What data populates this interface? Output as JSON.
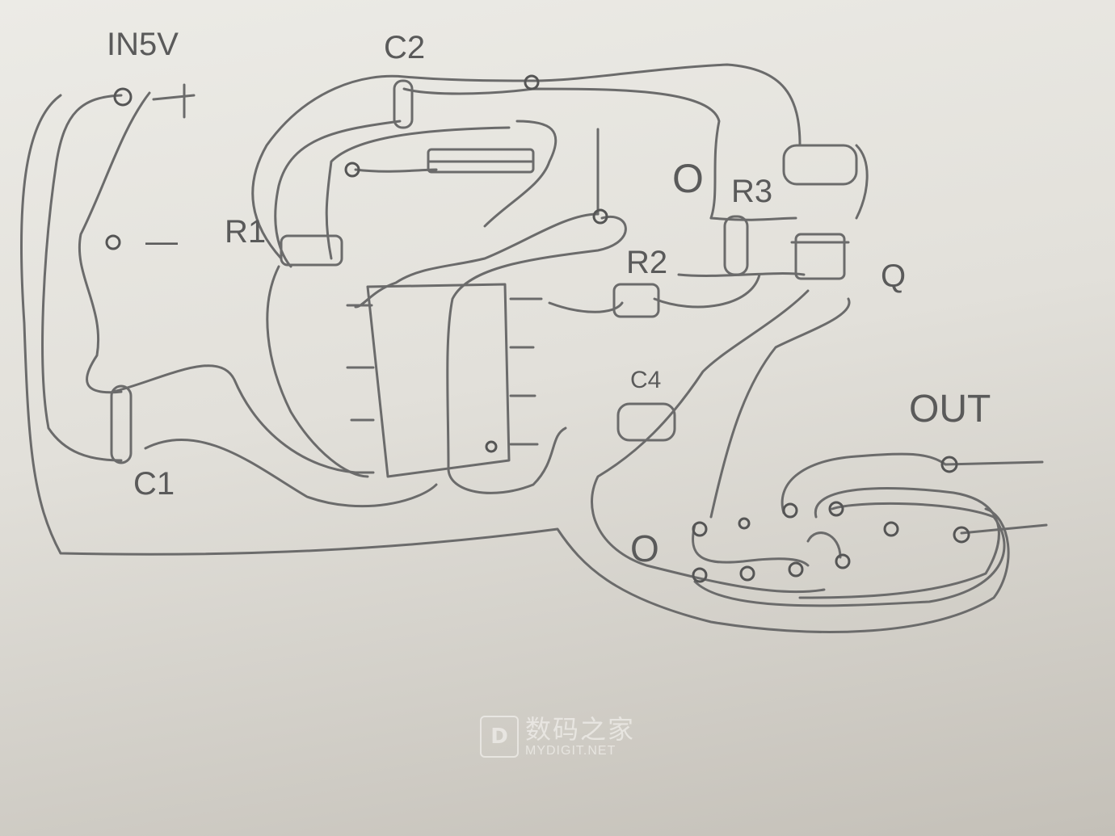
{
  "diagram": {
    "labels": {
      "input": "IN5V",
      "plus": "+",
      "minus": "—",
      "c1": "C1",
      "c2": "C2",
      "c4": "C4",
      "r1": "R1",
      "r2": "R2",
      "r3": "R3",
      "q": "Q",
      "out": "OUT",
      "hole_a": "O",
      "hole_b": "O"
    }
  },
  "watermark": {
    "logo_letter": "D",
    "chinese": "数码之家",
    "english": "MYDIGIT.NET"
  },
  "colors": {
    "pencil": "#6b6b6b",
    "paper": "#e6e4de"
  }
}
